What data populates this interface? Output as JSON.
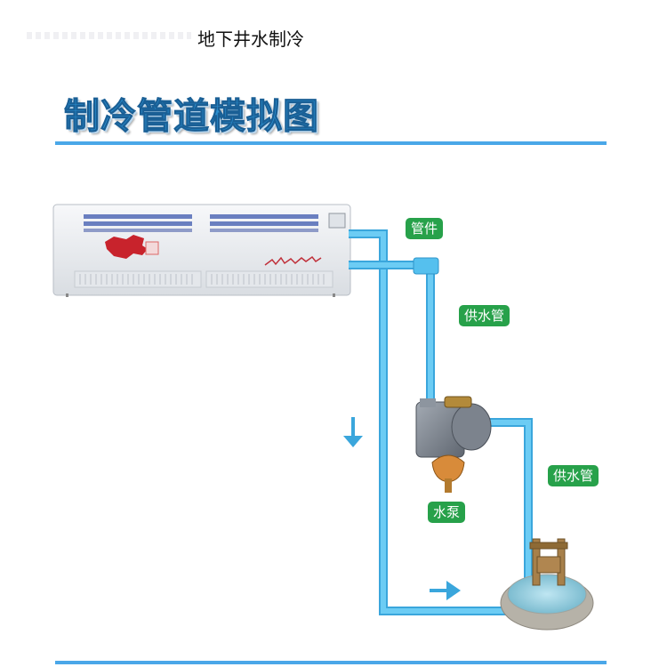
{
  "header": {
    "caption": "地下井水制冷",
    "diagram_title": "制冷管道模拟图"
  },
  "labels": {
    "fitting": "管件",
    "supply_pipe_upper": "供水管",
    "supply_pipe_lower": "供水管",
    "pump": "水泵"
  },
  "colors": {
    "pipe": "#5bc3f0",
    "pipe_stroke": "#3aa6dc",
    "label_bg": "#27a14a",
    "arrow": "#3aa6dc",
    "title_blue": "#2a8fd0",
    "rule_blue": "#4aa7e8"
  }
}
